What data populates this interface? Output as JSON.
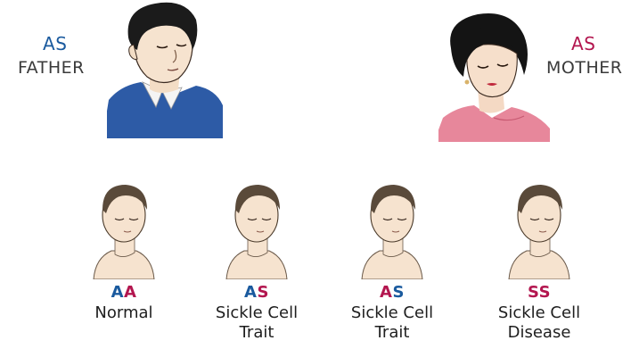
{
  "colors": {
    "A": "#1a5a9e",
    "S": "#b3164f"
  },
  "father": {
    "gene1": "A",
    "gene2": "S",
    "role": "FATHER"
  },
  "mother": {
    "gene1": "A",
    "gene2": "S",
    "role": "MOTHER"
  },
  "children": [
    {
      "gene1": "A",
      "gene2": "A",
      "label_line1": "Normal",
      "label_line2": ""
    },
    {
      "gene1": "A",
      "gene2": "S",
      "label_line1": "Sickle Cell",
      "label_line2": "Trait"
    },
    {
      "gene1": "A",
      "gene2": "S",
      "label_line1": "Sickle Cell",
      "label_line2": "Trait"
    },
    {
      "gene1": "S",
      "gene2": "S",
      "label_line1": "Sickle Cell",
      "label_line2": "Disease"
    }
  ]
}
